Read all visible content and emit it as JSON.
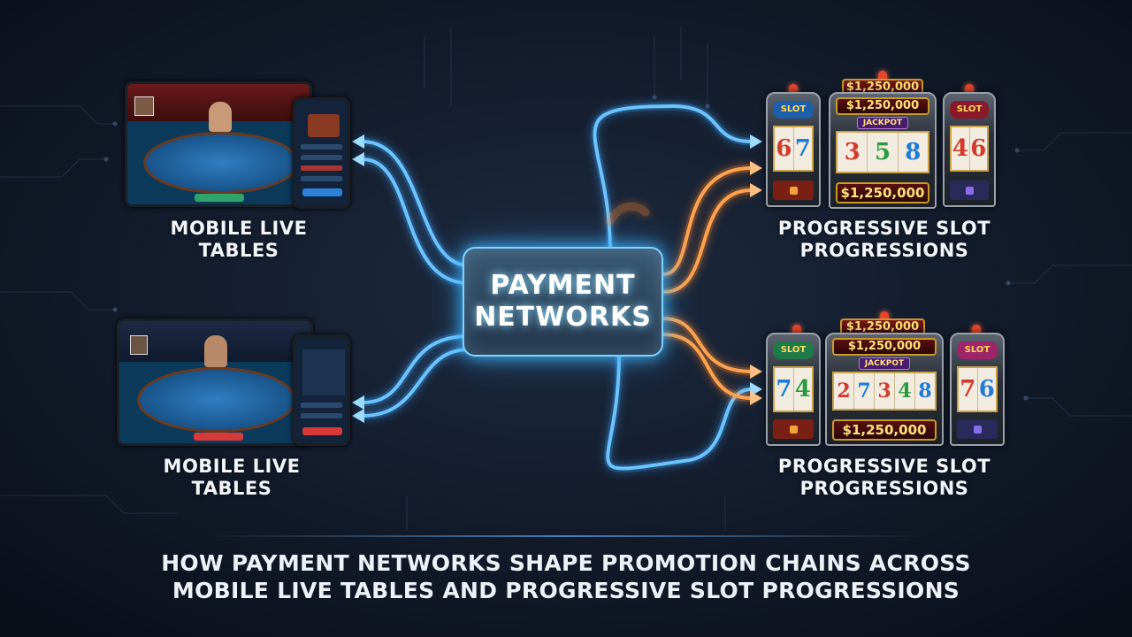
{
  "diagram": {
    "hub": {
      "line1": "PAYMENT",
      "line2": "NETWORKS"
    },
    "left_nodes": [
      {
        "line1": "MOBILE LIVE",
        "line2": "TABLES"
      },
      {
        "line1": "MOBILE LIVE",
        "line2": "TABLES"
      }
    ],
    "right_nodes": [
      {
        "line1": "PROGRESSIVE SLOT",
        "line2": "PROGRESSIONS"
      },
      {
        "line1": "PROGRESSIVE SLOT",
        "line2": "PROGRESSIONS"
      }
    ],
    "jackpot_amount": "$1,250,000",
    "slot_top_label": "SLOT",
    "jackpot_label": "JACKPOT",
    "caption": {
      "line1": "HOW PAYMENT NETWORKS SHAPE PROMOTION CHAINS ACROSS",
      "line2": "MOBILE LIVE TABLES AND PROGRESSIVE SLOT PROGRESSIONS"
    },
    "flows": [
      {
        "from": "PAYMENT NETWORKS",
        "to": "MOBILE LIVE TABLES",
        "color": "#3fa9ff"
      },
      {
        "from": "PAYMENT NETWORKS",
        "to": "PROGRESSIVE SLOT PROGRESSIONS",
        "color": "#3fa9ff"
      },
      {
        "from": "PAYMENT NETWORKS",
        "to": "PROGRESSIVE SLOT PROGRESSIONS",
        "color": "#ff8a2b"
      }
    ],
    "colors": {
      "background": "#0d1322",
      "blue_flow": "#3fa9ff",
      "orange_flow": "#ff8a2b",
      "hub_glow": "#7fd3ff"
    }
  }
}
